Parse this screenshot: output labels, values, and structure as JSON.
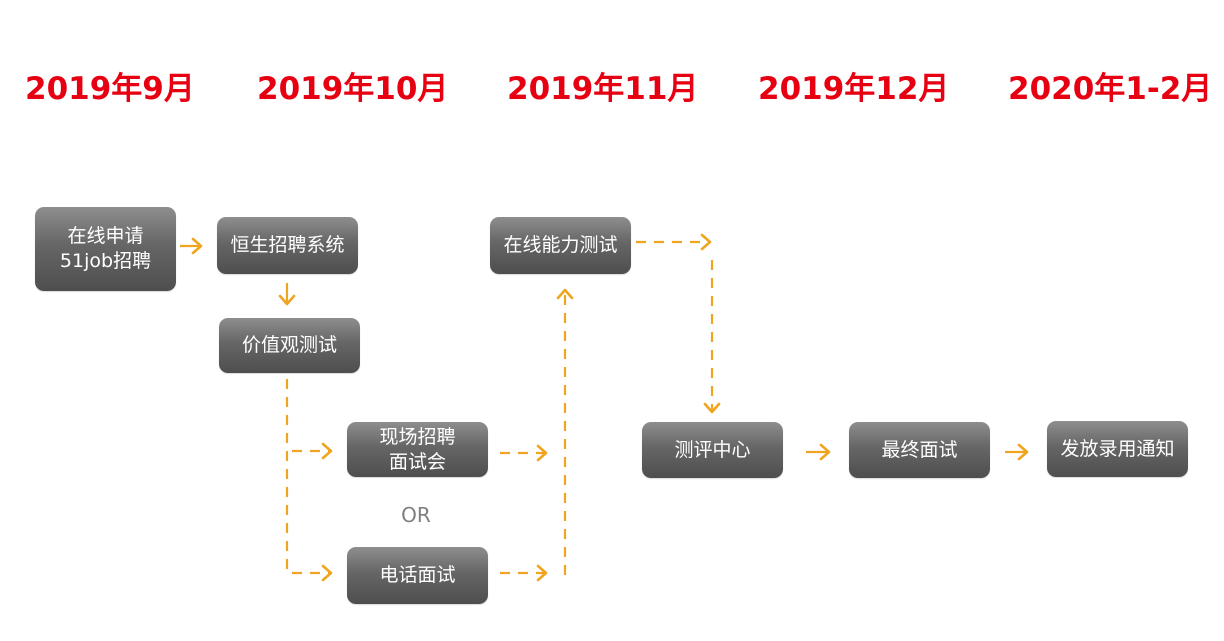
{
  "timeline": [
    {
      "label": "2019年9月"
    },
    {
      "label": "2019年10月"
    },
    {
      "label": "2019年11月"
    },
    {
      "label": "2019年12月"
    },
    {
      "label": "2020年1-2月"
    }
  ],
  "steps": {
    "apply": {
      "line1": "在线申请",
      "line2": "51job招聘"
    },
    "system": {
      "label": "恒生招聘系统"
    },
    "values_test": {
      "label": "价值观测试"
    },
    "onsite_fair": {
      "line1": "现场招聘",
      "line2": "面试会"
    },
    "or_text": "OR",
    "phone_interview": {
      "label": "电话面试"
    },
    "ability_test": {
      "label": "在线能力测试"
    },
    "assessment": {
      "label": "测评中心"
    },
    "final_interview": {
      "label": "最终面试"
    },
    "offer": {
      "label": "发放录用通知"
    }
  },
  "colors": {
    "month_text": "#e60012",
    "arrow": "#f0a520",
    "box": "#666666",
    "or_text": "#7f7f7f"
  }
}
